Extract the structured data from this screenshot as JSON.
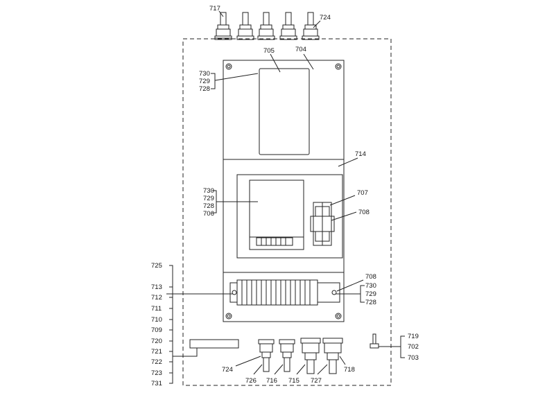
{
  "labels": {
    "l717": "717",
    "l724_top": "724",
    "l705": "705",
    "l704": "704",
    "l730_a": "730",
    "l729_a": "729",
    "l728_a": "728",
    "l714": "714",
    "l730_b": "730",
    "l729_b": "729",
    "l728_b": "728",
    "l706": "706",
    "l707": "707",
    "l708_a": "708",
    "l708_b": "708",
    "l730_c": "730",
    "l729_c": "729",
    "l728_c": "728",
    "l725": "725",
    "l713": "713",
    "l712": "712",
    "l711": "711",
    "l710": "710",
    "l709": "709",
    "l720": "720",
    "l721": "721",
    "l722": "722",
    "l723": "723",
    "l731": "731",
    "l719": "719",
    "l702": "702",
    "l703": "703",
    "l724_bot": "724",
    "l726": "726",
    "l716": "716",
    "l715": "715",
    "l727": "727",
    "l718": "718"
  }
}
